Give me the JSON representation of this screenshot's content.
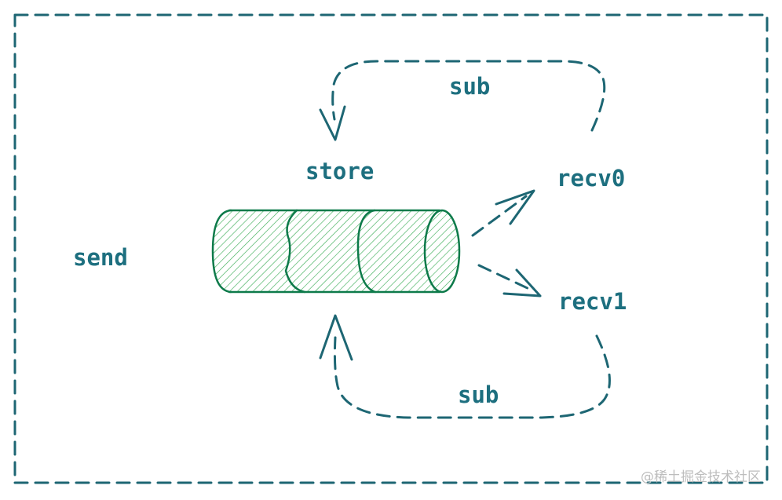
{
  "labels": {
    "store": "store",
    "send": "send",
    "recv0": "recv0",
    "recv1": "recv1",
    "sub_top": "sub",
    "sub_bottom": "sub"
  },
  "watermark": "@稀土掘金技术社区",
  "colors": {
    "text": "#1d6f7f",
    "stroke": "#1d6673",
    "cylinder_stroke": "#0d7a4a",
    "cylinder_hatch": "#3fae5a"
  }
}
